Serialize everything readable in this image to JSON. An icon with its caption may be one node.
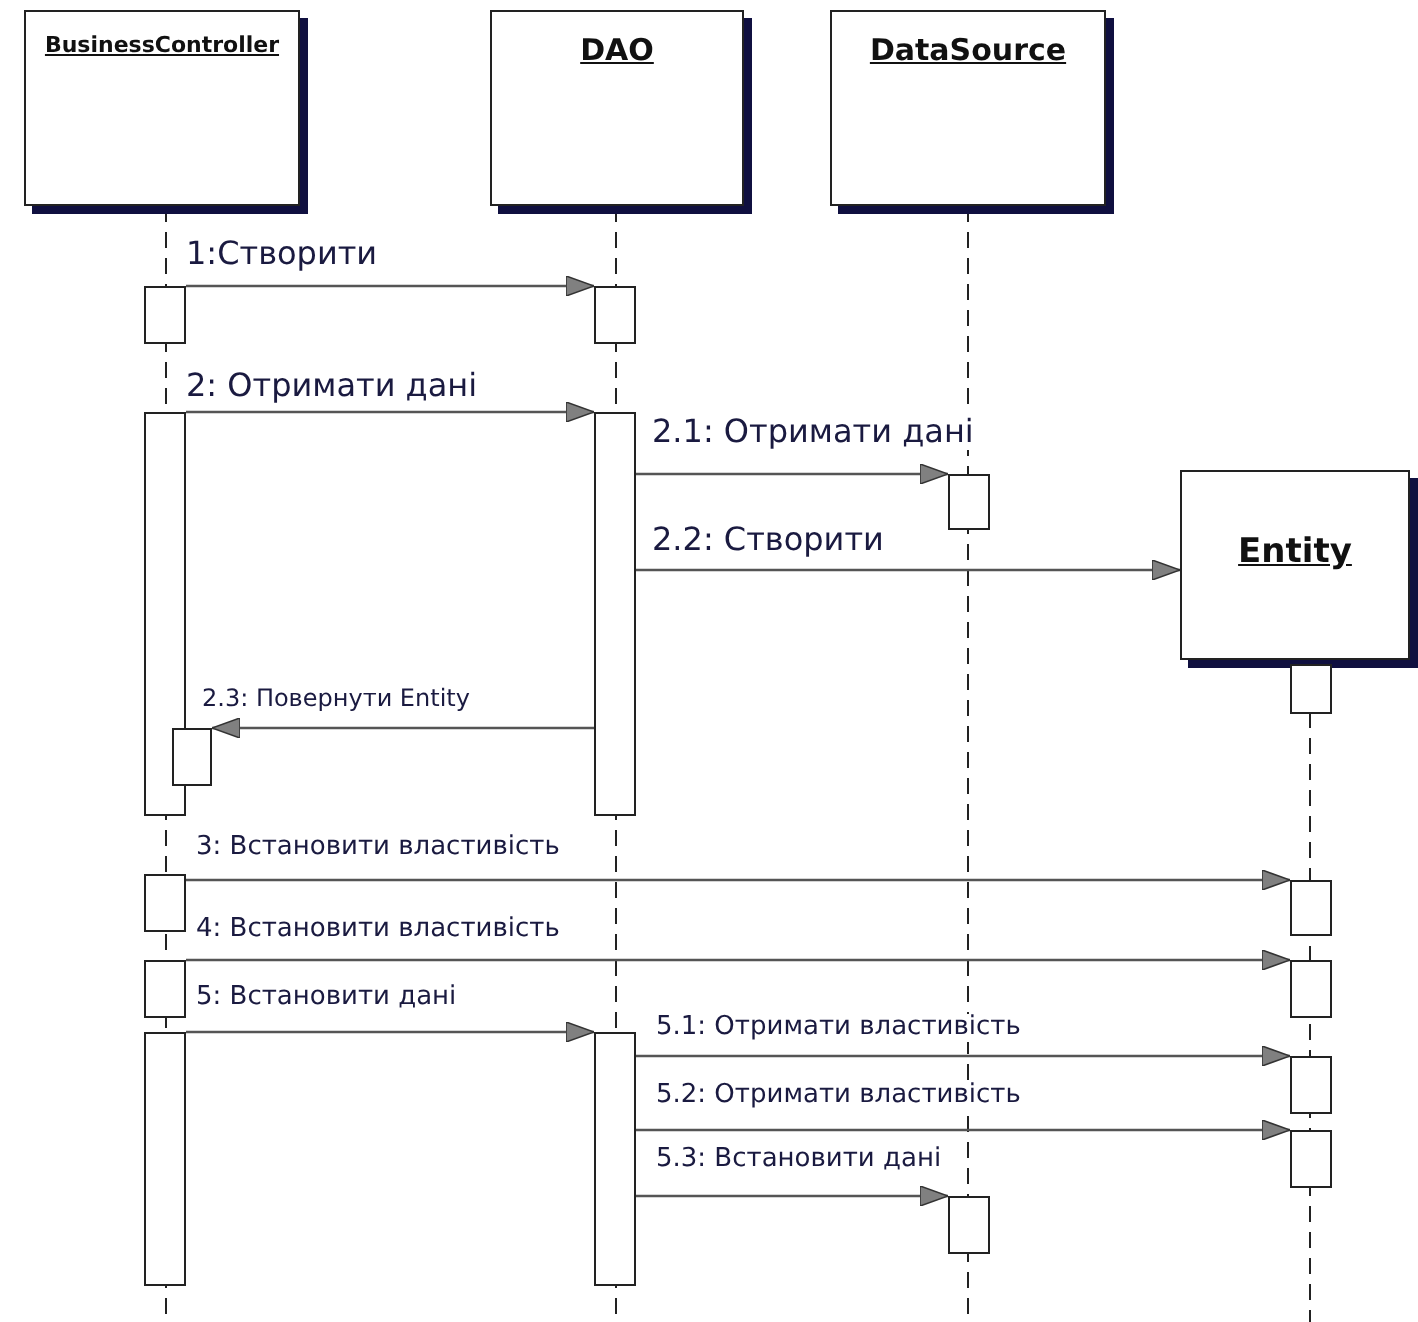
{
  "diagram": {
    "nodes": [
      {
        "text": [
          "BusinessController"
        ]
      },
      {
        "text": [
          "DAO"
        ]
      },
      {
        "text": [
          "DataSource"
        ]
      },
      {
        "text": [
          "Entity"
        ]
      },
      {
        "text": [],
        "shape": "bar"
      },
      {
        "text": [],
        "shape": "bar"
      },
      {
        "text": [],
        "shape": "bar"
      },
      {
        "text": [],
        "shape": "bar"
      },
      {
        "text": [],
        "shape": "bar"
      },
      {
        "text": [],
        "shape": "bar"
      },
      {
        "text": [],
        "shape": "bar"
      },
      {
        "text": [],
        "shape": "bar"
      },
      {
        "text": [],
        "shape": "bar"
      },
      {
        "text": [],
        "shape": "bar"
      },
      {
        "text": [],
        "shape": "bar"
      },
      {
        "text": [],
        "shape": "bar"
      },
      {
        "text": [],
        "shape": "bar"
      },
      {
        "text": [],
        "shape": "bar"
      },
      {
        "text": [],
        "shape": "bar"
      },
      {
        "text": [],
        "shape": "bar"
      }
    ],
    "edges": [
      {
        "from": 4,
        "to": 5,
        "arrow": "to",
        "label": "1:Створити"
      },
      {
        "from": 6,
        "to": 7,
        "arrow": "to",
        "label": "2: Отримати дані"
      },
      {
        "from": 7,
        "to": 8,
        "arrow": "to",
        "label": "2.1: Отримати дані"
      },
      {
        "from": 7,
        "to": 3,
        "arrow": "to",
        "label": "2.2: Створити"
      },
      {
        "from": 7,
        "to": 10,
        "arrow": "to",
        "label": "2.3: Повернути Entity"
      },
      {
        "from": 11,
        "to": 12,
        "arrow": "to",
        "label": "3: Встановити властивість"
      },
      {
        "from": 13,
        "to": 14,
        "arrow": "to",
        "label": "4: Встановити властивість"
      },
      {
        "from": 15,
        "to": 16,
        "arrow": "to",
        "label": "5: Встановити дані"
      },
      {
        "from": 16,
        "to": 17,
        "arrow": "to",
        "label": "5.1: Отримати властивість"
      },
      {
        "from": 16,
        "to": 18,
        "arrow": "to",
        "label": "5.2: Отримати властивість"
      },
      {
        "from": 16,
        "to": 19,
        "arrow": "to",
        "label": "5.3: Встановити дані"
      }
    ]
  }
}
